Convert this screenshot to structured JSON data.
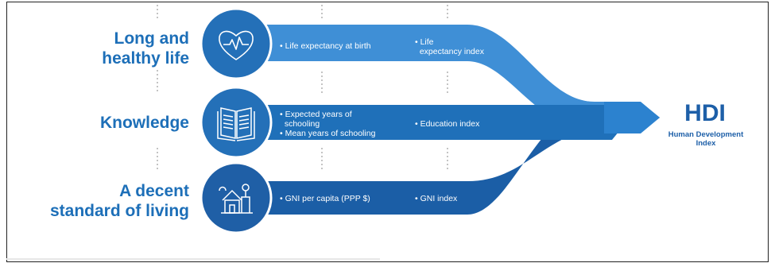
{
  "dimensions": {
    "health": [
      "Long and",
      "healthy life"
    ],
    "knowledge": "Knowledge",
    "living": [
      "A decent",
      "standard of living"
    ]
  },
  "indicators": {
    "health": "Life expectancy at birth",
    "knowledge": [
      "Expected years of",
      "schooling",
      "Mean years of schooling"
    ],
    "living": "GNI per capita (PPP $)"
  },
  "indices": {
    "health": [
      "Life",
      "expectancy index"
    ],
    "knowledge": "Education index",
    "living": "GNI index"
  },
  "hdi": {
    "title": "HDI",
    "subtitle": [
      "Human Development",
      "Index"
    ]
  },
  "colors": {
    "primary_text": "#1d6fb8",
    "band_top": "#3f8fd6",
    "band_middle": "#1f70b9",
    "band_bottom": "#1b5ea6",
    "circle": "#2470b8",
    "arrow": "#2c82cf"
  },
  "icons": {
    "health": "heart-pulse-icon",
    "knowledge": "open-book-icon",
    "living": "house-icon"
  }
}
